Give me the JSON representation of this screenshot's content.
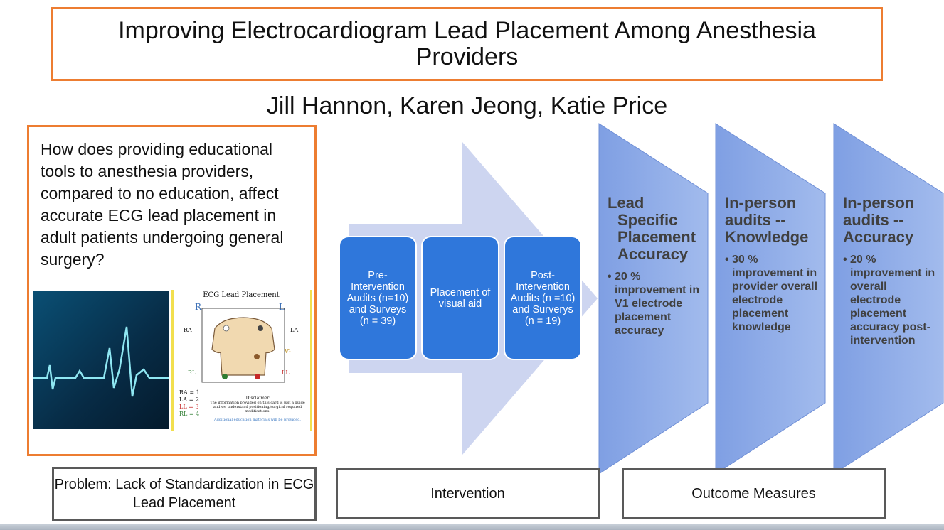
{
  "title": "Improving Electrocardiogram Lead Placement Among Anesthesia Providers",
  "authors": "Jill Hannon, Karen Jeong, Katie Price",
  "question": "How does providing educational tools to anesthesia providers, compared to no education, affect accurate ECG lead placement in adult patients undergoing general surgery?",
  "ecg_card": {
    "heading": "ECG Lead Placement",
    "r": "R",
    "l": "L",
    "ra": "RA",
    "la": "LA",
    "v1": "V¹",
    "rl": "RL",
    "ll": "LL",
    "key": [
      "RA = 1",
      "LA = 2",
      "LL = 3",
      "RL = 4"
    ],
    "disclaimer_title": "Disclaimer",
    "disclaimer_text": "The information provided on this card is just a guide and we understand positioning/surgical required modifications.",
    "extra": "Additional education materials will be provided."
  },
  "process": [
    "Pre-Intervention Audits (n=10) and Surveys (n = 39)",
    "Placement of visual aid",
    "Post-Intervention Audits (n =10) and Surverys (n = 19)"
  ],
  "outcomes": [
    {
      "title": "Lead Specific Placement Accuracy",
      "bullet": "20 % improvement in V1 electrode placement accuracy"
    },
    {
      "title": "In-person audits -- Knowledge",
      "bullet": "30 % improvement in provider overall electrode placement knowledge"
    },
    {
      "title": "In-person audits -- Accuracy",
      "bullet": "20 % improvement in overall electrode placement accuracy post-intervention"
    }
  ],
  "labels": {
    "problem": "Problem: Lack of Standardization in ECG Lead Placement",
    "intervention": "Intervention",
    "outcomes": "Outcome Measures"
  },
  "colors": {
    "accent_orange": "#ed7d31",
    "process_blue": "#2f77db",
    "outcome_blue": "#8faee8",
    "arrow_lavender": "#cdd5f0"
  }
}
